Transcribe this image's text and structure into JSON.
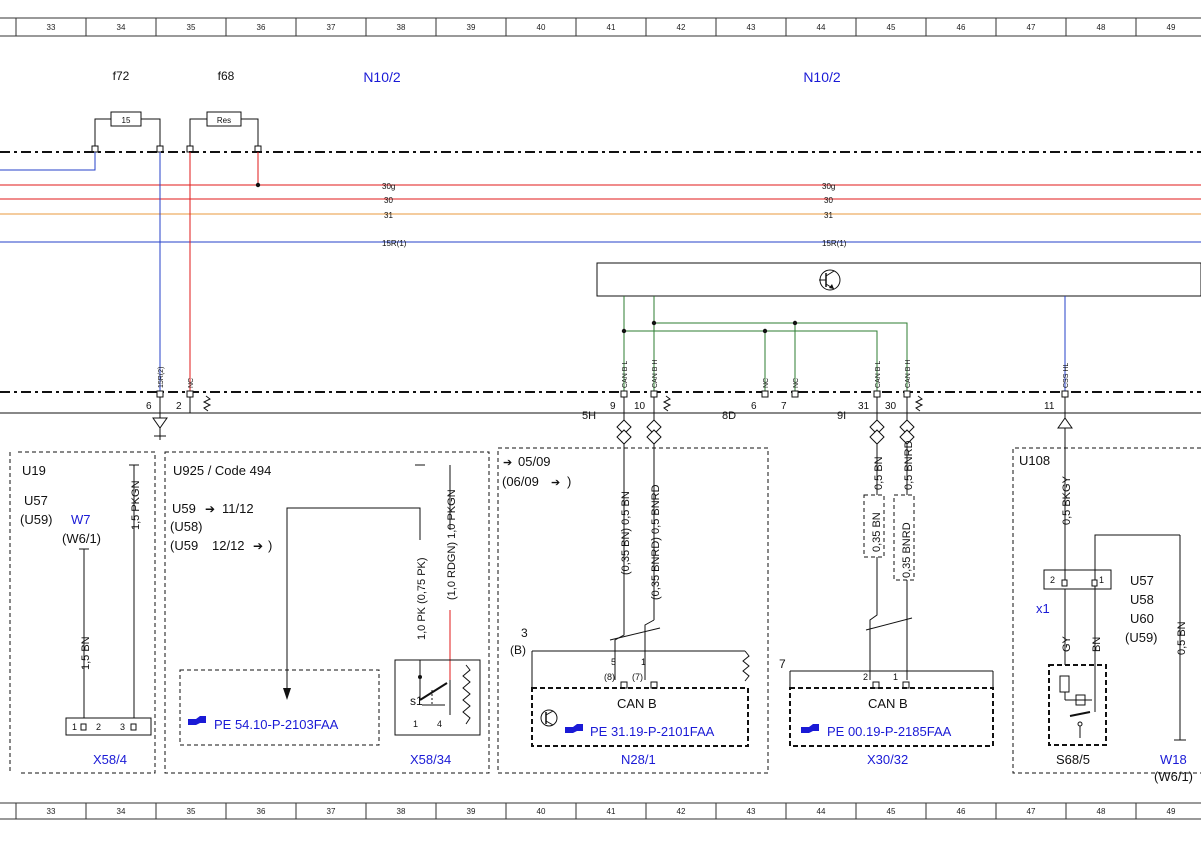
{
  "ruler": {
    "numbers": [
      "33",
      "34",
      "35",
      "36",
      "37",
      "38",
      "39",
      "40",
      "41",
      "42",
      "43",
      "44",
      "45",
      "46",
      "47",
      "48",
      "49"
    ]
  },
  "fuses": [
    {
      "name": "f72",
      "rating": "15"
    },
    {
      "name": "f68",
      "rating": "Res"
    }
  ],
  "modules": [
    {
      "name": "N10/2"
    },
    {
      "name": "N10/2"
    }
  ],
  "bus_labels": [
    {
      "text": "30g"
    },
    {
      "text": "30"
    },
    {
      "text": "31"
    },
    {
      "text": "15R(1)"
    },
    {
      "text": "30g"
    },
    {
      "text": "30"
    },
    {
      "text": "31"
    },
    {
      "text": "15R(1)"
    }
  ],
  "connector_row": {
    "pin_names": [
      "15R(2)",
      "NC",
      "CAN B L",
      "CAN B H",
      "NC",
      "NC",
      "CAN B L",
      "CAN B H",
      "CSS HL"
    ],
    "pin_numbers": [
      "6",
      "2",
      "9",
      "10",
      "6",
      "7",
      "31",
      "30",
      "11"
    ],
    "group_labels": [
      "5H",
      "8D",
      "9I"
    ]
  },
  "left_box": {
    "title": "U19",
    "variant": "U57",
    "variant_alt": "(U59)",
    "ref": "W7",
    "ref_alt": "(W6/1)",
    "wire_bn": "1,5 BN",
    "wire_pkgn": "1,5 PKGN",
    "pins": [
      "1",
      "2",
      "3"
    ],
    "connector": "X58/4"
  },
  "u925_box": {
    "title": "U925 / Code 494",
    "line1a": "U59",
    "line1b": "11/12",
    "line2": "(U58)",
    "line3a": "(U59",
    "line3b": "12/12",
    "line3c": ")",
    "wire_pk": "1,0 PK (0,75 PK)",
    "wire_rdgn": "(1,0 RDGN) 1,0 PKGN",
    "ref": "PE 54.10-P-2103FAA",
    "switch_label": "s1",
    "pins": [
      "1",
      "4"
    ],
    "connector": "X58/34"
  },
  "can_box": {
    "date1": "05/09",
    "date2a": "(06/09",
    "date2b": ")",
    "wire_bn": "(0,35 BN) 0,5 BN",
    "wire_bnrd": "(0,35 BNRD) 0,5 BNRD",
    "pin_group": "3",
    "pin_group_alt": "(B)",
    "pins": [
      "5",
      "1"
    ],
    "pins_alt": [
      "(8)",
      "(7)"
    ],
    "label": "CAN B",
    "ref": "PE 31.19-P-2101FAA",
    "module": "N28/1"
  },
  "x30_box": {
    "wire_bn": "0,5 BN",
    "wire_bnrd": "0,5 BNRD",
    "alt_bn": "0,35 BN",
    "alt_bnrd": "0,35 BNRD",
    "pin_group": "7",
    "pins": [
      "2",
      "1"
    ],
    "label": "CAN B",
    "ref": "PE 00.19-P-2185FAA",
    "module": "X30/32"
  },
  "u108_box": {
    "title": "U108",
    "wire_bkgy": "0,5 BKGY",
    "pins": [
      "2",
      "1"
    ],
    "conn_label": "x1",
    "wire_gy": "GY",
    "wire_bn": "BN",
    "variants": [
      "U57",
      "U58",
      "U60",
      "(U59)"
    ],
    "wire_w18": "0,5 BN",
    "switch": "S68/5",
    "ground": "W18",
    "ground_alt": "(W6/1)"
  },
  "colors": {
    "wire_blue": "#2640c8",
    "wire_red": "#e01a1a",
    "wire_orange": "#e89a3c",
    "wire_green": "#2e7d32",
    "ref_blue": "#1a1ad6"
  },
  "icons": [
    "hand-pointer-icon",
    "transistor-icon",
    "ground-icon",
    "switch-icon"
  ]
}
